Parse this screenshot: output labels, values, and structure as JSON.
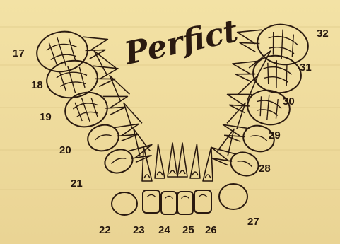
{
  "chart_data": {
    "type": "diagram",
    "title": "Perfict",
    "tooth_labels": [
      "17",
      "18",
      "19",
      "20",
      "21",
      "22",
      "23",
      "24",
      "25",
      "26",
      "27",
      "28",
      "29",
      "30",
      "31",
      "32"
    ],
    "colors": {
      "paper": "#f0dd9a",
      "ink": "#2a1a10",
      "label_ink": "#26180f"
    }
  }
}
